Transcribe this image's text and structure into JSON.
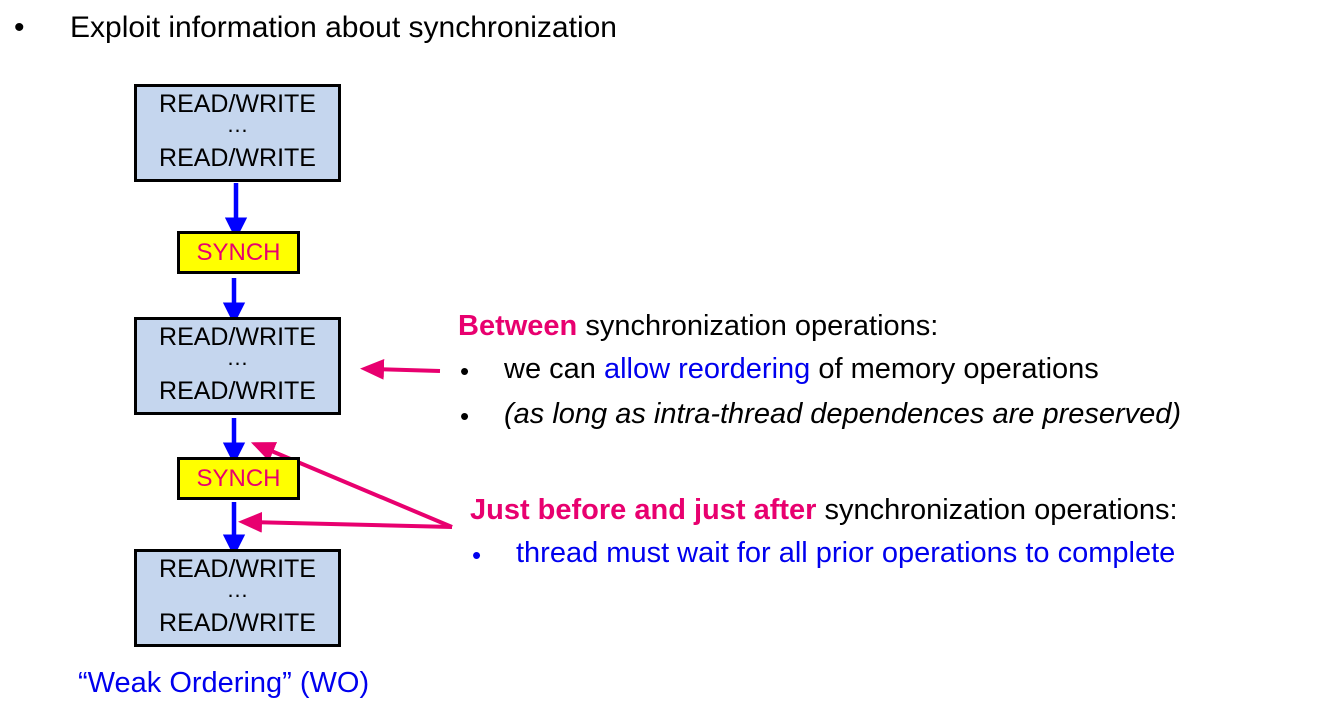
{
  "header": {
    "bullet": "•",
    "text": "Exploit information about synchronization"
  },
  "diagram": {
    "blocks": [
      {
        "line1": "READ/WRITE",
        "dots": "…",
        "line2": "READ/WRITE"
      },
      {
        "line1": "READ/WRITE",
        "dots": "…",
        "line2": "READ/WRITE"
      },
      {
        "line1": "READ/WRITE",
        "dots": "…",
        "line2": "READ/WRITE"
      }
    ],
    "synch_label": "SYNCH",
    "caption": "“Weak Ordering” (WO)"
  },
  "between_note": {
    "heading_bold": "Between",
    "heading_rest": " synchronization operations:",
    "bullet": "•",
    "item1_pre": "we can ",
    "item1_highlight": "allow reordering",
    "item1_post": " of memory operations",
    "item2": "(as long as intra-thread dependences are preserved)"
  },
  "sync_note": {
    "heading_bold": "Just before and just after",
    "heading_rest": " synchronization operations:",
    "bullet": "•",
    "item1": "thread must wait for all prior operations to complete"
  },
  "colors": {
    "box_fill": "#c5d6ee",
    "synch_fill": "#ffff00",
    "accent_pink": "#e8006f",
    "accent_blue": "#0000ee",
    "flow_arrow": "#0000ff"
  }
}
